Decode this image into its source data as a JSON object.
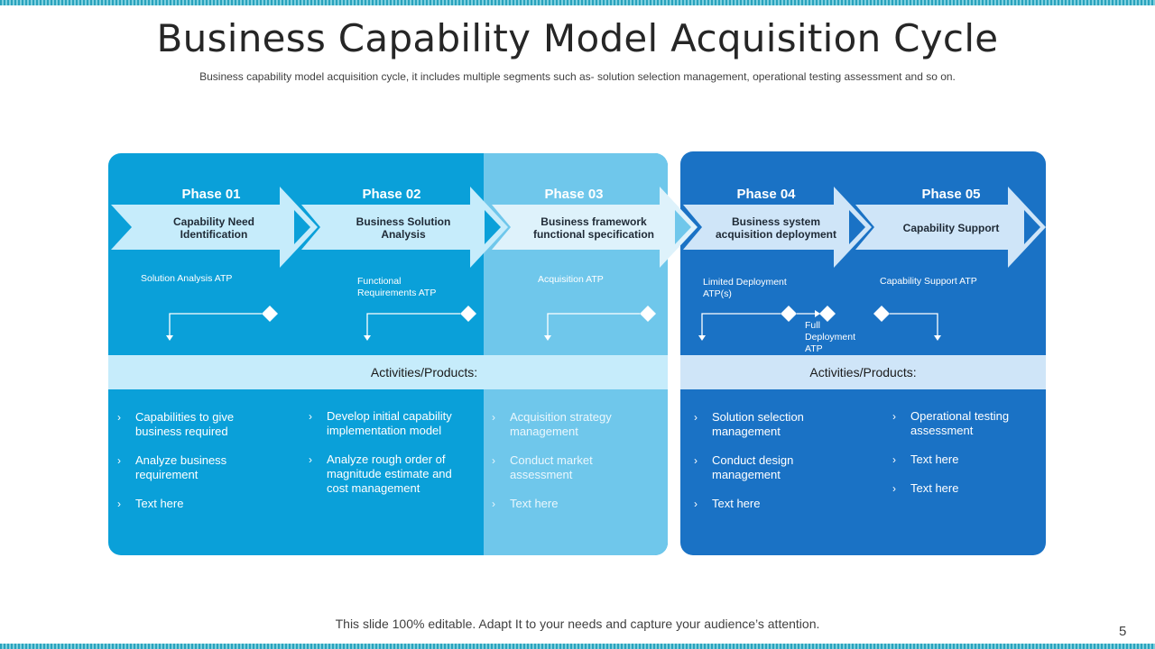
{
  "slide": {
    "title": "Business Capability Model Acquisition Cycle",
    "subtitle": "Business capability model acquisition cycle, it includes multiple segments such as- solution selection management, operational  testing assessment and so on.",
    "footer_note": "This slide 100% editable. Adapt  It to your needs and capture your audience’s attention.",
    "page_number": "5"
  },
  "colors": {
    "phase_1_2_bg": "#0aa0d9",
    "phase_3_bg": "#6fc7eb",
    "phase_4_5_bg": "#1a72c5",
    "arrow_light": "#c6ecfb",
    "arrow_right_light": "#cfe5f8"
  },
  "phases": [
    {
      "label": "Phase 01",
      "desc_line1": "Capability  Need",
      "desc_line2": "Identification",
      "atp": "Solution  Analysis ATP"
    },
    {
      "label": "Phase 02",
      "desc_line1": "Business  Solution",
      "desc_line2": "Analysis",
      "atp_line1": "Functional",
      "atp_line2": "Requirements  ATP"
    },
    {
      "label": "Phase 03",
      "desc_line1": "Business  framework",
      "desc_line2": "functional  specification",
      "atp": "Acquisition ATP"
    },
    {
      "label": "Phase 04",
      "desc_line1": "Business  system",
      "desc_line2": "acquisition  deployment",
      "atp_line1": "Limited  Deployment",
      "atp_line2": "ATP(s)",
      "atp2_line1": "Full",
      "atp2_line2": "Deployment",
      "atp2_line3": "ATP"
    },
    {
      "label": "Phase 05",
      "desc_line1": "Capability   Support",
      "atp": "Capability  Support ATP"
    }
  ],
  "activities_label_left": "Activities/Products:",
  "activities_label_right": "Activities/Products:",
  "activities": {
    "col1": [
      "Capabilities to give business required",
      "Analyze business requirement",
      "Text here"
    ],
    "col2": [
      "Develop  initial capability implementation  model",
      "Analyze rough  order  of magnitude estimate and cost management"
    ],
    "col3": [
      "Acquisition strategy management",
      "Conduct  market assessment",
      "Text here"
    ],
    "col4": [
      "Solution selection management",
      "Conduct   design management",
      "Text here"
    ],
    "col5": [
      "Operational  testing assessment",
      "Text here",
      "Text here"
    ]
  },
  "bullet_glyph": "›"
}
